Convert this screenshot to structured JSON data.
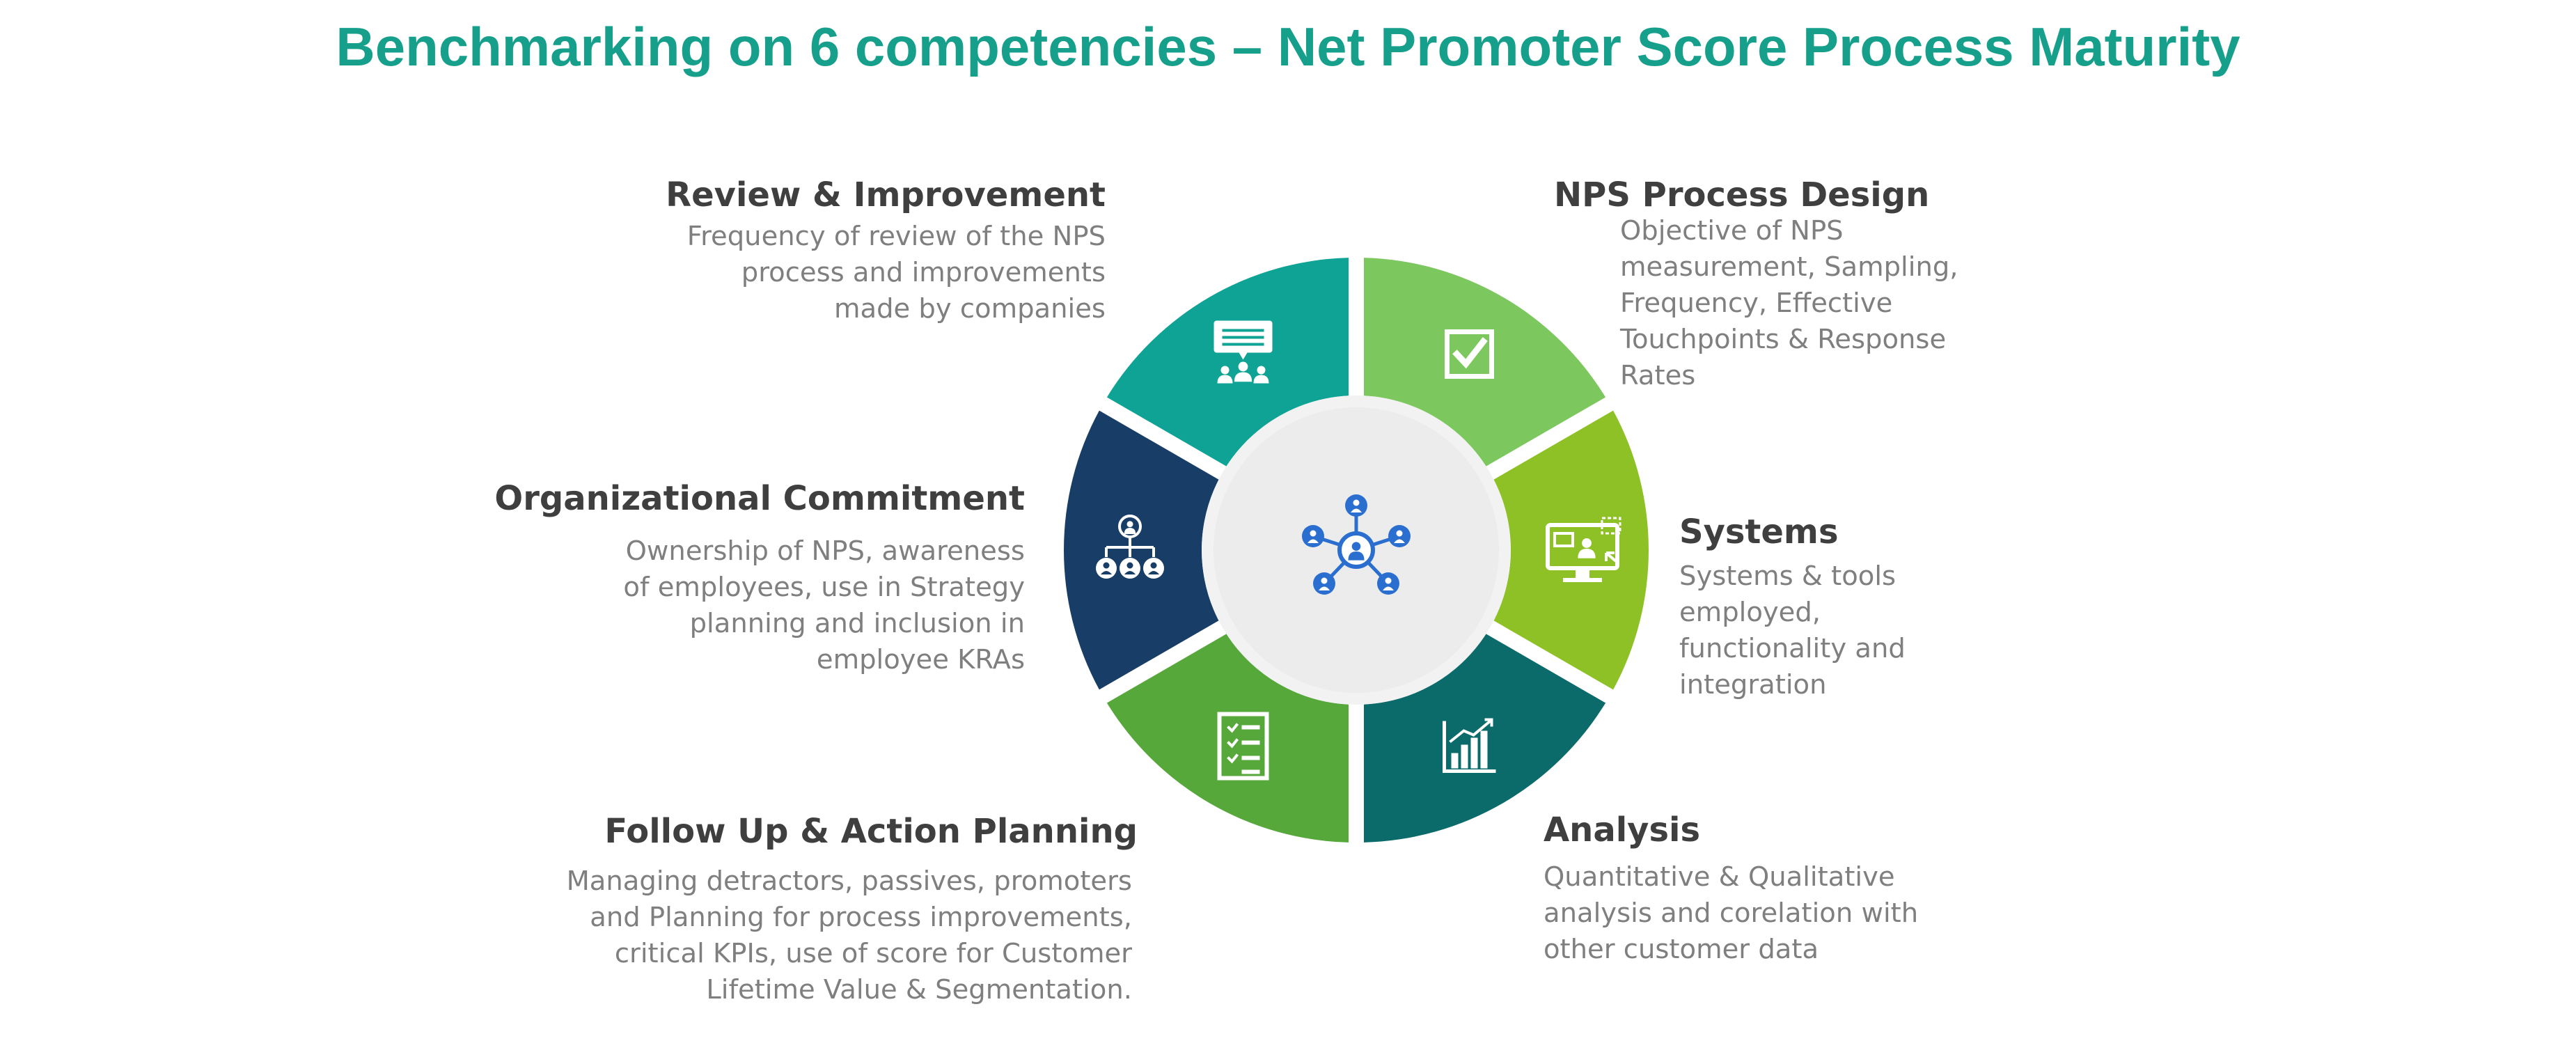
{
  "title": "Benchmarking on 6 competencies – Net Promoter Score Process Maturity",
  "colors": {
    "title": "#16a08c",
    "heading": "#3f3f3f",
    "body": "#7f7f7f",
    "hub_outer": "#f2f2f2",
    "hub_inner": "#ececec",
    "hub_icon": "#2a6fd0",
    "segment_icon": "#ffffff"
  },
  "competencies": [
    {
      "id": "nps-process-design",
      "heading": "NPS Process Design",
      "body_lines": [
        "Objective of NPS",
        "measurement, Sampling,",
        "Frequency, Effective",
        "Touchpoints & Response",
        "Rates"
      ],
      "color": "#7cc85e",
      "icon": "checkbox-icon"
    },
    {
      "id": "systems",
      "heading": "Systems",
      "body_lines": [
        "Systems & tools",
        "employed,",
        "functionality and",
        "integration"
      ],
      "color": "#8ec125",
      "icon": "monitor-icon"
    },
    {
      "id": "analysis",
      "heading": "Analysis",
      "body_lines": [
        "Quantitative & Qualitative",
        "analysis and corelation with",
        "other customer data"
      ],
      "color": "#0b6b6a",
      "icon": "bar-chart-icon"
    },
    {
      "id": "follow-up-action-planning",
      "heading": "Follow Up & Action Planning",
      "body_lines": [
        "Managing detractors, passives, promoters",
        "and Planning for process improvements,",
        "critical KPIs, use of score for Customer",
        "Lifetime Value & Segmentation."
      ],
      "color": "#57a83a",
      "icon": "checklist-icon"
    },
    {
      "id": "organizational-commitment",
      "heading": "Organizational Commitment",
      "body_lines": [
        "Ownership of NPS, awareness",
        "of employees, use in Strategy",
        "planning and inclusion in",
        "employee KRAs"
      ],
      "color": "#183e67",
      "icon": "org-chart-icon"
    },
    {
      "id": "review-improvement",
      "heading": "Review & Improvement",
      "body_lines": [
        "Frequency of review of the NPS",
        "process and improvements",
        "made by companies"
      ],
      "color": "#0ea394",
      "icon": "presentation-icon"
    }
  ],
  "center_icon": "network-icon"
}
